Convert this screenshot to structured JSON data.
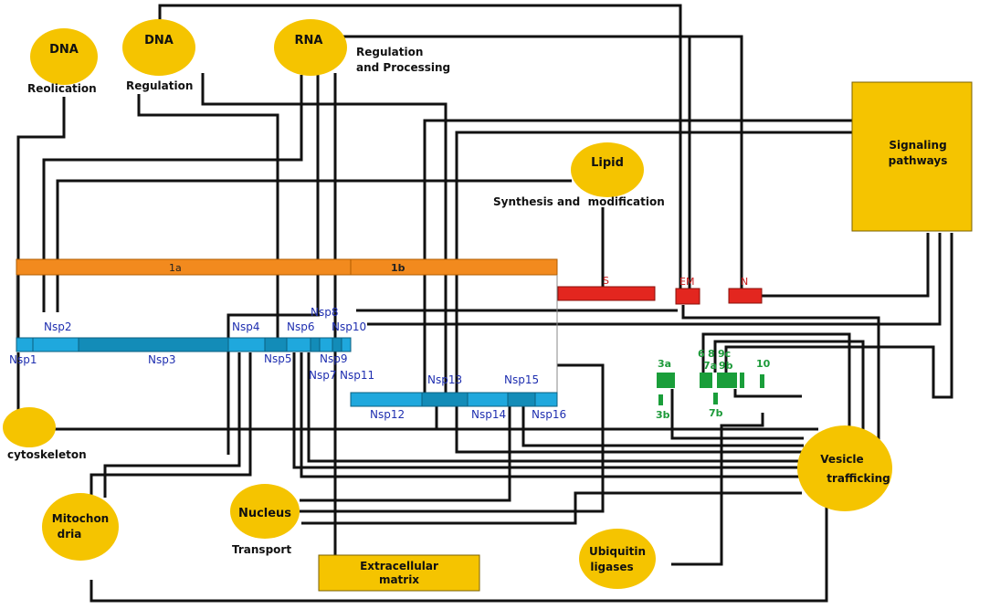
{
  "nodes": {
    "dna_replication": {
      "title": "DNA",
      "caption": "Reolication"
    },
    "dna_regulation": {
      "title": "DNA",
      "caption": "Regulation"
    },
    "rna": {
      "title": "RNA",
      "caption_line1": "Regulation",
      "caption_line2": "and Processing"
    },
    "lipid": {
      "title": "Lipid",
      "caption": "Synthesis and  modification"
    },
    "signaling": {
      "line1": "Signaling",
      "line2": "pathways"
    },
    "cytoskeleton": {
      "caption": "cytoskeleton"
    },
    "mitochondria": {
      "line1": "Mitochon",
      "line2": "dria"
    },
    "nucleus": {
      "title": "Nucleus",
      "caption": "Transport"
    },
    "ecm": {
      "line1": "Extracellular",
      "line2": "matrix"
    },
    "ubiquitin": {
      "line1": "Ubiquitin",
      "line2": "ligases"
    },
    "vesicle": {
      "line1": "Vesicle",
      "line2": "trafficking"
    }
  },
  "polyproteins": {
    "pp1a": "1a",
    "pp1b": "1b"
  },
  "structural": {
    "s": "S",
    "em": "EM",
    "n": "N"
  },
  "nsp": {
    "nsp1": "Nsp1",
    "nsp2": "Nsp2",
    "nsp3": "Nsp3",
    "nsp4": "Nsp4",
    "nsp5": "Nsp5",
    "nsp6": "Nsp6",
    "nsp7": "Nsp7",
    "nsp8": "Nsp8",
    "nsp9": "Nsp9",
    "nsp10": "Nsp10",
    "nsp11": "Nsp11",
    "nsp12": "Nsp12",
    "nsp13": "Nsp13",
    "nsp14": "Nsp14",
    "nsp15": "Nsp15",
    "nsp16": "Nsp16"
  },
  "accessory": {
    "a3a": "3a",
    "a3b": "3b",
    "a6": "6",
    "a8": "8",
    "a9c": "9c",
    "a7a": "7a",
    "a9b": "9b",
    "a10": "10",
    "a7b": "7b"
  },
  "colors": {
    "node_fill": "#f5c400",
    "polyprotein": "#f28a1e",
    "structural": "#e3261f",
    "accessory": "#1a9e3a",
    "nsp_fill": "#1fa8dd",
    "nsp_dark": "#138cb8",
    "nsp_label": "#1f2fb0",
    "wire": "#111111"
  }
}
